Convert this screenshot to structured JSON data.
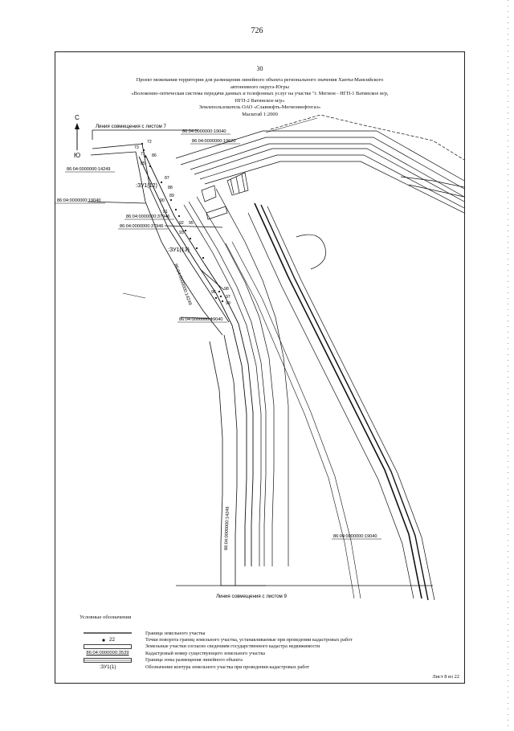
{
  "page_number": "726",
  "sheet_number_top": "30",
  "title_lines": [
    "Проект межевания территории для размещения линейного объекта регионального значения Ханты-Мансийского",
    "автономного округа-Югры",
    "«Волоконно-оптическая система передачи данных и телефонных услуг на участке \"г. Мегион - НГП-1 Ватинское м/р,",
    "НГП-2 Ватинское м/р»",
    "Землепользователь ОАО «Славнефть-Мегионнефтегаз»",
    "Масштаб 1:2000"
  ],
  "map": {
    "north_arrow_top": "С",
    "north_arrow_bottom": "Ю",
    "line_top_label": "Линия совмещения с листом 7",
    "line_bottom_label": "Линия совмещения с листом 9",
    "cadastral_labels": [
      "86:04:0000000:19040",
      "86:04:0000000:19620",
      "86:04:0000000:14249",
      "86:04:0000000:19040",
      "86:04:0000000:37946",
      "86:04:0000000:37946",
      "86:04:0000000:14249",
      "86:04:0000000:19040",
      "86:04:0000000:14249",
      "86:04:0000000:19040"
    ],
    "zu_labels": [
      ":ЗУ1(12)",
      ":ЗУ1(13)"
    ],
    "point_numbers": [
      "72",
      "73",
      "71",
      "85",
      "86",
      "87",
      "88",
      "89",
      "90",
      "91",
      "92",
      "93",
      "94",
      "95",
      "96",
      "97",
      "98",
      "99"
    ]
  },
  "legend": {
    "title": "Условные обозначения",
    "items": [
      {
        "symbol": "",
        "text": "Граница земельного участка"
      },
      {
        "symbol": "22",
        "text": "Точки поворота границ земельного участка, устанавливаемые при проведении кадастровых работ"
      },
      {
        "symbol": "",
        "text": "Земельные участки согласно сведениям государственного кадастра недвижимости"
      },
      {
        "symbol": "86:04:0000000:3539",
        "text": "Кадастровый номер существующего земельного участка"
      },
      {
        "symbol": "",
        "text": "Граница зоны размещения линейного объекта"
      },
      {
        "symbol": ":ЗУ1(1)",
        "text": "Обозначение контура земельного участка при проведении кадастровых работ"
      }
    ]
  },
  "sheet_footer": "Лист 8 из 22"
}
